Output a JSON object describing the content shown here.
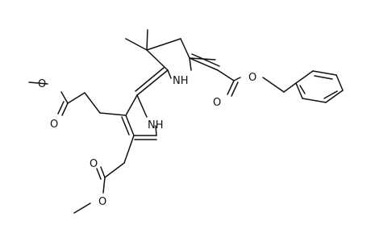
{
  "molecule": {
    "atom_labels": {
      "o_ester_top_left_single": "O",
      "o_ester_top_left_carbonyl": "O",
      "o_ester_bottom_single": "O",
      "o_ester_bottom_carbonyl": "O",
      "o_benzyl_ester_single": "O",
      "o_benzyl_ester_carbonyl": "O",
      "nh_pyrroline": "NH",
      "nh_pyrrole": "NH"
    },
    "colors": {
      "ink": "#111111",
      "background": "#ffffff"
    }
  }
}
